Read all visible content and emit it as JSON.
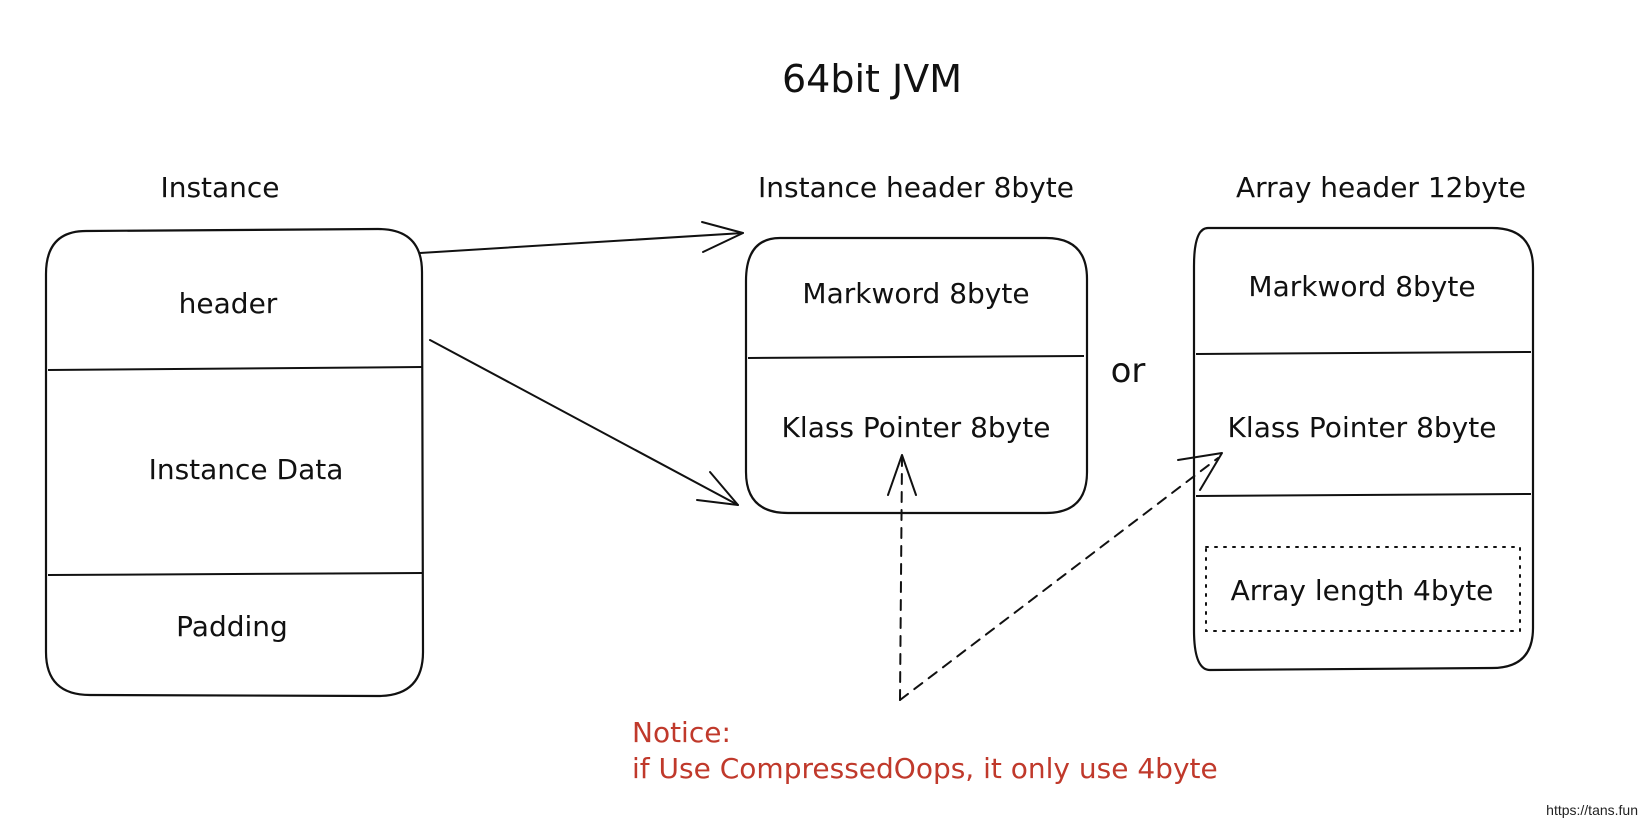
{
  "title": "64bit JVM",
  "instance": {
    "label": "Instance",
    "rows": [
      "header",
      "Instance Data",
      "Padding"
    ]
  },
  "instance_header": {
    "label": "Instance header 8byte",
    "rows": [
      "Markword 8byte",
      "Klass Pointer 8byte"
    ]
  },
  "or_text": "or",
  "array_header": {
    "label": "Array header 12byte",
    "rows": [
      "Markword 8byte",
      "Klass Pointer 8byte",
      "Array length 4byte"
    ]
  },
  "notice": {
    "title": "Notice:",
    "text": "if Use CompressedOops, it only use 4byte",
    "color": "#c0392b"
  },
  "watermark": "https://tans.fun"
}
